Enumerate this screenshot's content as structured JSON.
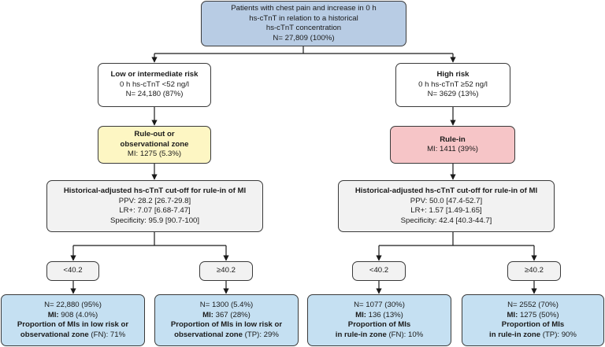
{
  "top": {
    "lines": [
      "Patients with chest pain and increase in 0 h",
      "hs-cTnT in relation to a historical",
      "hs-cTnT concentration"
    ],
    "n": "N= 27,809 (100%)"
  },
  "left": {
    "risk": {
      "title": "Low or intermediate risk",
      "line1": "0 h hs-cTnT <52 ng/l",
      "line2": "N= 24,180 (87%)"
    },
    "zone": {
      "title1": "Rule-out or",
      "title2": "observational zone",
      "mi": "MI: 1275 (5.3%)"
    },
    "cutoff": {
      "title": "Historical-adjusted hs-cTnT cut-off for rule-in of MI",
      "ppv": "PPV: 28.2 [26.7-29.8]",
      "lr": "LR+: 7.07 [6.68-7.47]",
      "spec": "Specificity: 95.9 [90.7-100]"
    },
    "lt": "<40.2",
    "ge": "≥40.2",
    "out1": {
      "n": "N= 22,880 (95%)",
      "mi_label": "MI:",
      "mi_value": " 908 (4.0%)",
      "prop1": "Proportion of MIs in low risk or",
      "prop2": "observational zone",
      "prop2_tail": " (FN): 71%"
    },
    "out2": {
      "n": "N= 1300 (5.4%)",
      "mi_label": "MI:",
      "mi_value": " 367 (28%)",
      "prop1": "Proportion of MIs in low risk or",
      "prop2": "observational zone",
      "prop2_tail": " (TP): 29%"
    }
  },
  "right": {
    "risk": {
      "title": "High risk",
      "line1": "0 h hs-cTnT ≥52 ng/l",
      "line2": "N= 3629 (13%)"
    },
    "zone": {
      "title": "Rule-in",
      "mi": "MI: 1411 (39%)"
    },
    "cutoff": {
      "title": "Historical-adjusted hs-cTnT cut-off for rule-in of MI",
      "ppv": "PPV: 50.0 [47.4-52.7]",
      "lr": "LR+: 1.57 [1.49-1.65]",
      "spec": "Specificity: 42.4 [40.3-44.7]"
    },
    "lt": "<40.2",
    "ge": "≥40.2",
    "out1": {
      "n": "N= 1077 (30%)",
      "mi_label": "MI:",
      "mi_value": " 136 (13%)",
      "prop1": "Proportion of MIs",
      "prop2": "in rule-in zone",
      "prop2_tail": " (FN): 10%"
    },
    "out2": {
      "n": "N= 2552 (70%)",
      "mi_label": "MI:",
      "mi_value": " 1275 (50%)",
      "prop1": "Proportion of MIs",
      "prop2": "in rule-in zone",
      "prop2_tail": " (TP): 90%"
    }
  },
  "colors": {
    "top": "#b8cce4",
    "risk": "#ffffff",
    "rule_out": "#fdf6c3",
    "rule_in": "#f6c5c7",
    "cutoff": "#f2f2f2",
    "outcome": "#c5e0f2",
    "lines": "#1a1a1a"
  }
}
